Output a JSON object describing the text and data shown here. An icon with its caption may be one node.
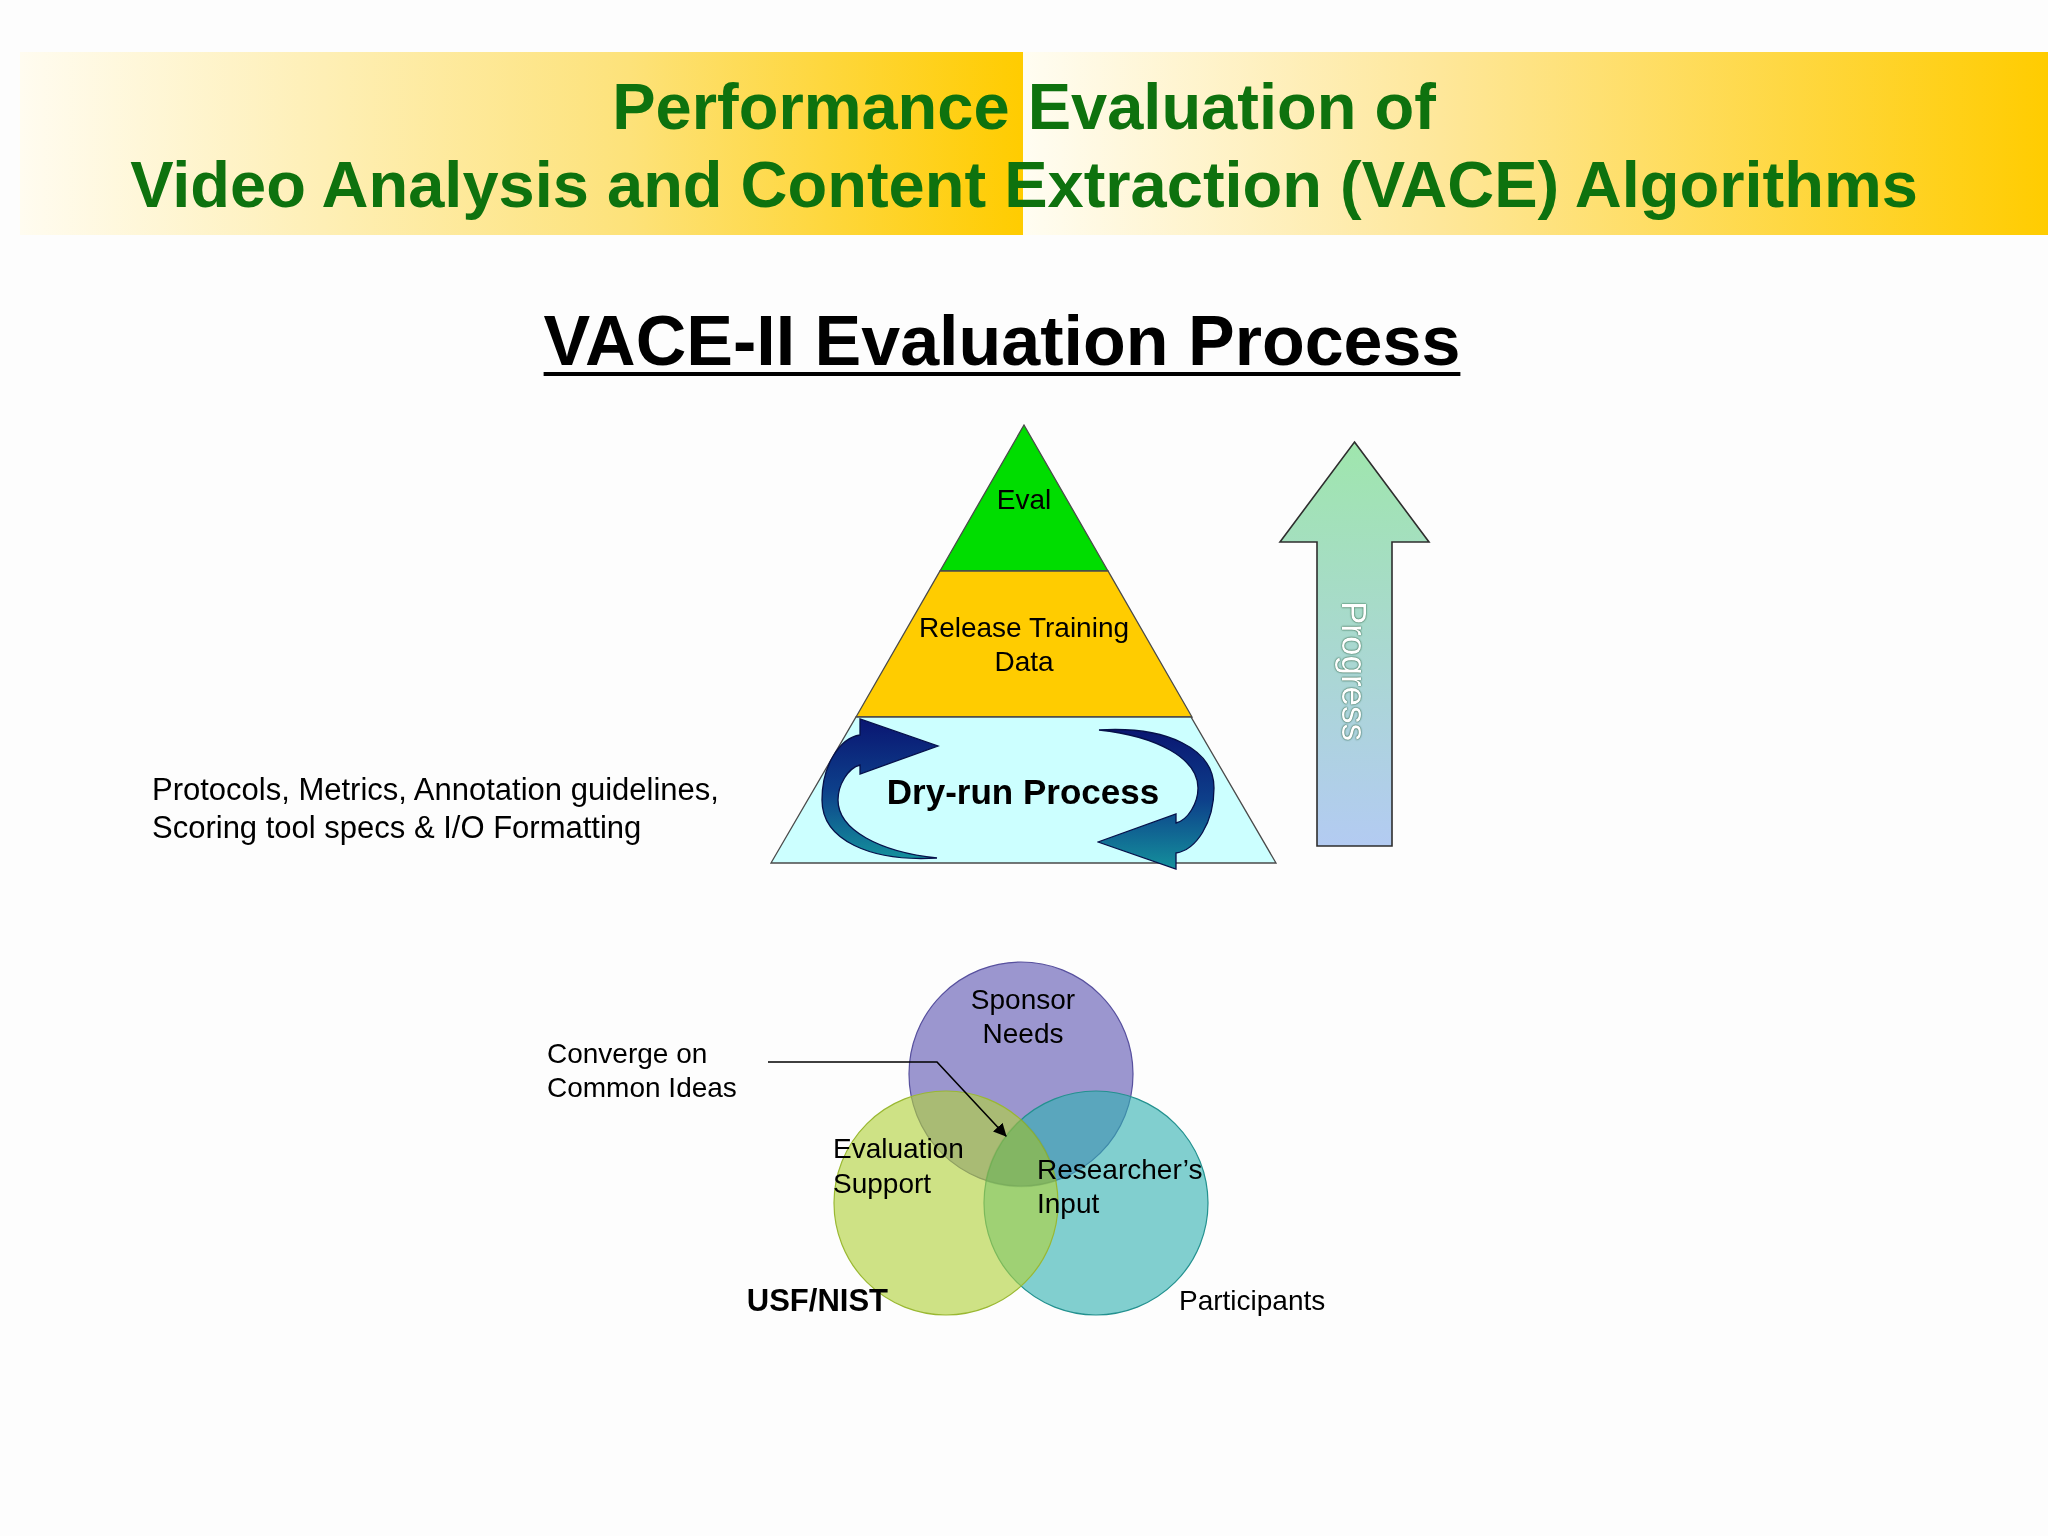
{
  "diagram": {
    "title": "Performance Evaluation of Video Analysis and Content Extraction (VACE) Algorithms",
    "nodes": [
      {
        "text": [
          "Eval"
        ]
      },
      {
        "text": [
          "Release Training Data"
        ]
      },
      {
        "text": [
          "Dry-run Process"
        ]
      },
      {
        "text": [
          "Progress"
        ]
      },
      {
        "text": [
          "Converge on Common Ideas"
        ]
      },
      {
        "text": [
          "Sponsor Needs"
        ]
      },
      {
        "text": [
          "Evaluation Support"
        ],
        "beside": [
          "USF/NIST"
        ]
      },
      {
        "text": [
          "Researcher’s Input"
        ],
        "beside": [
          "Participants"
        ]
      },
      {
        "text": [],
        "shape": "overlap"
      }
    ],
    "edges": [
      {
        "from": 4,
        "to": 8,
        "arrow": "to"
      }
    ],
    "labels": [
      "VACE-II Evaluation Process",
      "Protocols, Metrics, Annotation guidelines, Scoring tool specs & I/O Formatting"
    ]
  }
}
